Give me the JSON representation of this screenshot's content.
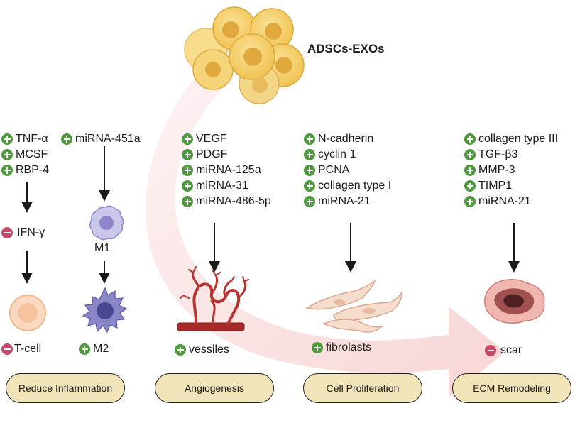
{
  "source_label": "ADSCs-EXOs",
  "panels": {
    "inflammation": {
      "factors_a": [
        "TNF-α",
        "MCSF",
        "RBP-4"
      ],
      "ifn": "IFN-γ",
      "tcell": "T-cell",
      "factor_b": "miRNA-451a",
      "m1": "M1",
      "m2": "M2",
      "label": "Reduce Inflammation"
    },
    "angiogenesis": {
      "factors": [
        "VEGF",
        "PDGF",
        "miRNA-125a",
        "miRNA-31",
        "miRNA-486-5p"
      ],
      "outcome": "vessiles",
      "label": "Angiogenesis"
    },
    "proliferation": {
      "factors": [
        "N-cadherin",
        "cyclin 1",
        "PCNA",
        "collagen type I",
        "miRNA-21"
      ],
      "outcome": "fibrolasts",
      "label": "Cell Proliferation"
    },
    "remodeling": {
      "factors": [
        "collagen type III",
        "TGF-β3",
        "MMP-3",
        "TIMP1",
        "miRNA-21"
      ],
      "outcome": "scar",
      "label": "ECM Remodeling"
    }
  },
  "colors": {
    "up_marker": "#4f9a3e",
    "down_marker": "#c8486a",
    "label_pill": "#f2e4b9",
    "flow_arrow": "#f6c9c9"
  }
}
